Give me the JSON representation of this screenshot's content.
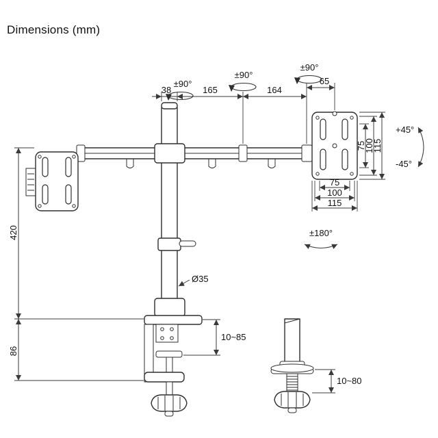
{
  "title": "Dimensions (mm)",
  "labels": {
    "deg90": "±90°",
    "deg180": "±180°",
    "tilt_up": "+45°",
    "tilt_down": "-45°",
    "d38": "38",
    "d165": "165",
    "d164": "164",
    "d65": "65",
    "d75": "75",
    "d100": "100",
    "d115": "115",
    "d420": "420",
    "d86": "86",
    "dia": "Ø35",
    "clamp_range": "10~85",
    "grommet_range": "10~80"
  }
}
